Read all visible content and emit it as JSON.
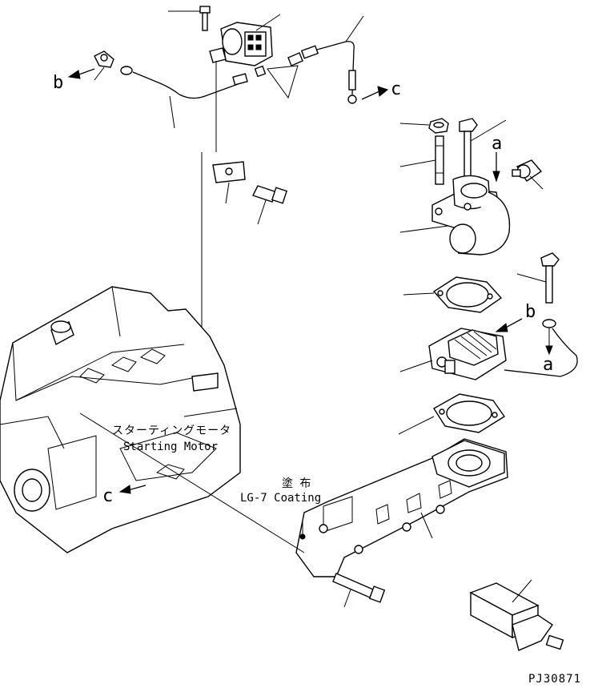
{
  "labels": {
    "ref_b_left": "b",
    "ref_c_right": "c",
    "ref_a_top": "a",
    "ref_b_right": "b",
    "ref_a_right": "a",
    "ref_c_engine": "c",
    "starting_motor_jp": "スターティングモータ",
    "starting_motor_en": "Starting Motor",
    "coating_jp": "塗 布",
    "coating_en": "LG-7 Coating",
    "drawing_number": "PJ30871"
  }
}
